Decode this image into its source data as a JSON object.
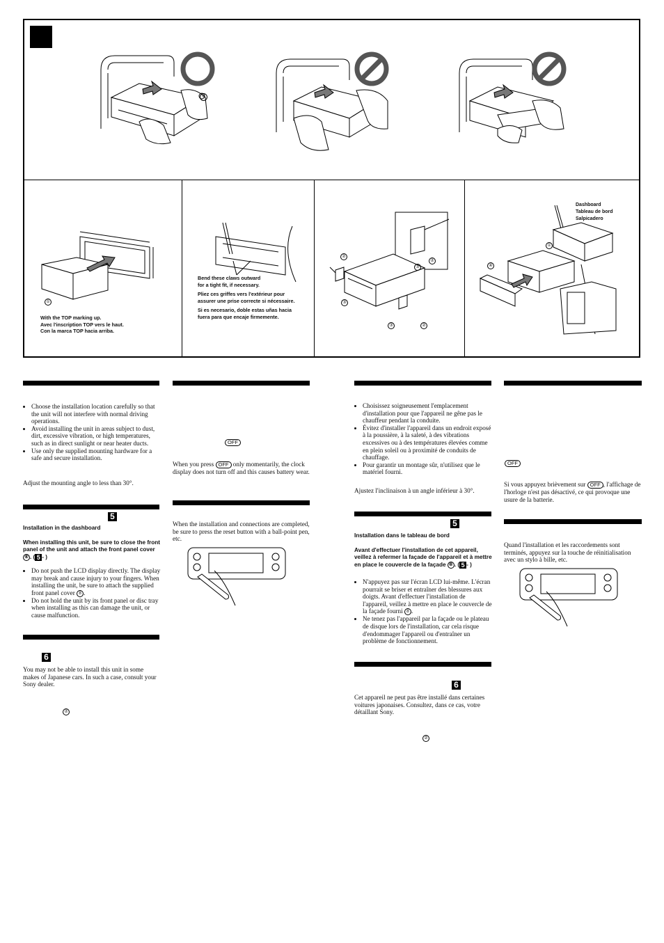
{
  "figures": {
    "top_panel": {
      "callout_front_cover": "⑥"
    },
    "panel_1": {
      "callout": "①",
      "caption_en": "With the TOP marking up.",
      "caption_fr": "Avec l'inscription TOP vers le haut.",
      "caption_es": "Con la marca TOP hacia arriba."
    },
    "panel_2": {
      "caption_en_1": "Bend these claws outward",
      "caption_en_2": "for a tight fit, if necessary.",
      "caption_fr_1": "Pliez ces griffes vers l'extérieur pour",
      "caption_fr_2": "assurer une prise correcte si nécessaire.",
      "caption_es_1": "Si es necesario, doble estas uñas hacia",
      "caption_es_2": "fuera para que encaje firmemente."
    },
    "panel_3": {
      "callouts": [
        "②",
        "③",
        "②",
        "③",
        "②",
        "③"
      ]
    },
    "panel_4": {
      "label_en": "Dashboard",
      "label_fr": "Tableau de bord",
      "label_es": "Salpicadero",
      "callouts": [
        "①",
        "④"
      ]
    }
  },
  "english": {
    "precautions_bullets": [
      "Choose the installation location carefully so that the unit will not interfere with normal driving operations.",
      "Avoid installing the unit in areas subject to dust, dirt, excessive vibration, or high temperatures, such as in direct sunlight or near heater ducts.",
      "Use only the supplied mounting hardware for a safe and secure installation."
    ],
    "angle_note": "Adjust the mounting angle to less than 30°.",
    "section5_box": "5",
    "dash_heading": "Installation in the dashboard",
    "dash_bold_1": "When installing this unit, be sure to close the front panel of the unit and attach the front panel cover ",
    "dash_bold_circ": "⑥",
    "dash_bold_2": ". (",
    "dash_bold_box": "5",
    "dash_bold_3": "- )",
    "dash_bullet_1a": "Do not push the LCD display directly. The display may break and cause injury to your fingers. When installing the unit, be sure to attach the supplied front panel cover ",
    "dash_bullet_1b": ".",
    "dash_bullet_2": "Do not hold the unit by its front panel or disc tray when installing as this can damage the unit, or cause malfunction.",
    "section6_box": "6",
    "japanese_cars": "You may not be able to install this unit in some makes of Japanese cars. In such a case, consult your Sony dealer.",
    "circ_2": "②",
    "off_key": "OFF",
    "off_note_1": "When you press ",
    "off_note_2": " only momentarily, the clock display does not turn off and this causes battery wear.",
    "reset_note": "When the installation and connections are completed, be sure to press the reset button with a ball-point pen, etc."
  },
  "french": {
    "precautions_bullets": [
      "Choisissez soigneusement l'emplacement d'installation pour que l'appareil ne gêne pas le chauffeur pendant la conduite.",
      "Évitez d'installer l'appareil dans un endroit exposé à la poussière, à la saleté, à des vibrations excessives ou à des températures élevées comme en plein soleil ou à proximité de conduits de chauffage.",
      "Pour garantir un montage sûr, n'utilisez que le matériel fourni."
    ],
    "angle_note": "Ajustez l'inclinaison à un angle inférieur à 30°.",
    "section5_box": "5",
    "dash_heading": "Installation dans le tableau de bord",
    "dash_bold_1": "Avant d'effectuer l'installation de cet appareil, veillez à refermer la façade de l'appareil et à mettre en place le couvercle de la façade ",
    "dash_bold_circ": "⑥",
    "dash_bold_2": ". (",
    "dash_bold_box": "5",
    "dash_bold_3": "- )",
    "dash_bullet_1a": "N'appuyez pas sur l'écran LCD lui-même. L'écran pourrait se briser et entraîner des blessures aux doigts. Avant d'effectuer l'installation de l'appareil, veillez à mettre en place le couvercle de la façade fourni ",
    "dash_bullet_1b": ".",
    "dash_bullet_2": "Ne tenez pas l'appareil par la façade ou le plateau de disque lors de l'installation, car cela risque d'endommager l'appareil ou d'entraîner un problème de fonctionnement.",
    "section6_box": "6",
    "japanese_cars": "Cet appareil ne peut pas être installé dans certaines voitures japonaises. Consultez, dans ce cas, votre détaillant Sony.",
    "circ_2": "②",
    "off_key": "OFF",
    "off_note_1": "Si vous appuyez brièvement sur ",
    "off_note_2": ", l'affichage de l'horloge n'est pas désactivé, ce qui provoque une usure de la batterie.",
    "reset_note": "Quand l'installation et les raccordements sont terminés, appuyez sur la touche de réinitialisation avec un stylo à bille, etc."
  }
}
